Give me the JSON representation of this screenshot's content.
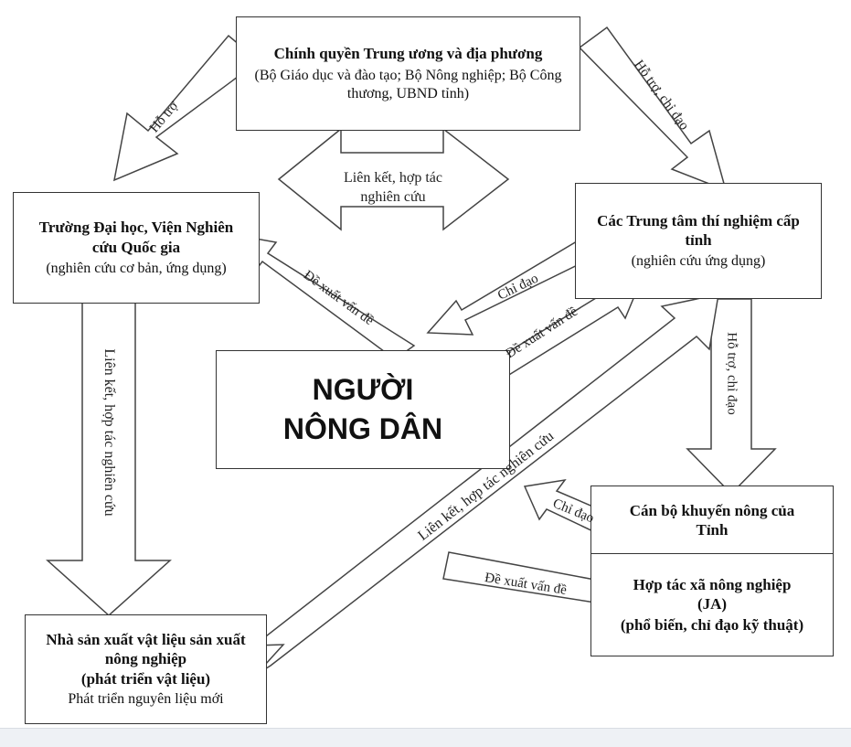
{
  "boxes": {
    "government": {
      "title": "Chính quyền Trung ương và địa phương",
      "subtitle": "(Bộ Giáo dục và đào tạo; Bộ Nông nghiệp; Bộ Công thương, UBND tỉnh)"
    },
    "university": {
      "title": "Trường Đại học, Viện Nghiên cứu Quốc gia",
      "subtitle": "(nghiên cứu cơ bản, ứng dụng)"
    },
    "provincial_centers": {
      "title": "Các Trung tâm thí nghiệm cấp tỉnh",
      "subtitle": "(nghiên cứu ứng dụng)"
    },
    "farmer": {
      "line1": "NGƯỜI",
      "line2": "NÔNG DÂN"
    },
    "extension_officer": {
      "title": "Cán bộ khuyến nông của Tỉnh"
    },
    "cooperative": {
      "title": "Hợp tác xã nông nghiệp (JA)",
      "subtitle": "(phổ biến, chỉ đạo kỹ thuật)"
    },
    "materials_producer": {
      "title": "Nhà sản xuất vật liệu sản xuất nông nghiệp",
      "subtitle": "(phát triển vật liệu)",
      "note": "Phát triển nguyên liệu mới"
    }
  },
  "arrows": {
    "gov_to_university": "Hỗ trợ",
    "gov_to_centers": "Hỗ trợ, chỉ đạo",
    "university_centers_link": "Liên kết, hợp tác nghiên cứu",
    "farmer_to_university": "Đề xuất vấn đề",
    "centers_to_farmer": "Chỉ đạo",
    "farmer_to_centers": "Đề xuất vấn đề",
    "university_to_producer": "Liên kết, hợp tác nghiên cứu",
    "centers_to_extension": "Hỗ trợ, chỉ đạo",
    "producer_centers_link": "Liên kết, hợp tác nghiên cứu",
    "cooperative_to_farmer": "Chỉ đạo",
    "farmer_to_cooperative": "Đề xuất vấn đề"
  }
}
